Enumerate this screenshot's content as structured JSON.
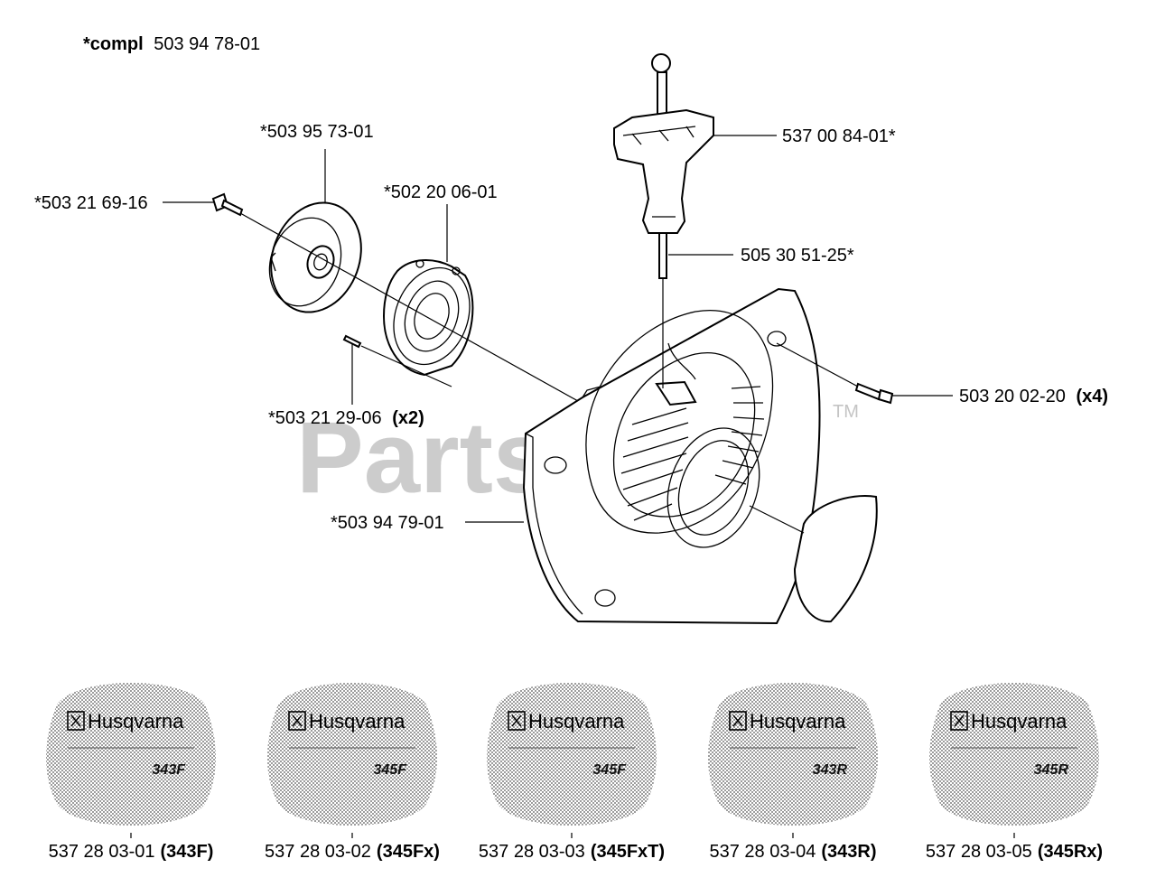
{
  "header": {
    "compl_prefix": "*compl",
    "compl_number": "503 94 78-01"
  },
  "watermark": {
    "text": "PartsTree",
    "tm": "TM"
  },
  "callouts": [
    {
      "id": "pulley",
      "text": "*503 95 73-01"
    },
    {
      "id": "screw-pulley",
      "text": "*503 21 69-16"
    },
    {
      "id": "spring-cassette",
      "text": "*502 20 06-01"
    },
    {
      "id": "pin",
      "text": "*503 21 29-06",
      "qty": "(x2)"
    },
    {
      "id": "starter-housing",
      "text": "*503 94 79-01"
    },
    {
      "id": "handle",
      "text": "537 00 84-01*"
    },
    {
      "id": "cord",
      "text": "505 30 51-25*"
    },
    {
      "id": "screw-housing",
      "text": "503 20 02-20",
      "qty": "(x4)"
    }
  ],
  "decals": [
    {
      "brand": "Husqvarna",
      "model": "343F",
      "part": "537 28 03-01",
      "variant": "(343F)"
    },
    {
      "brand": "Husqvarna",
      "model": "345F",
      "part": "537 28 03-02",
      "variant": "(345Fx)"
    },
    {
      "brand": "Husqvarna",
      "model": "345F",
      "part": "537 28 03-03",
      "variant": "(345FxT)"
    },
    {
      "brand": "Husqvarna",
      "model": "343R",
      "part": "537 28 03-04",
      "variant": "(343R)"
    },
    {
      "brand": "Husqvarna",
      "model": "345R",
      "part": "537 28 03-05",
      "variant": "(345Rx)"
    }
  ]
}
